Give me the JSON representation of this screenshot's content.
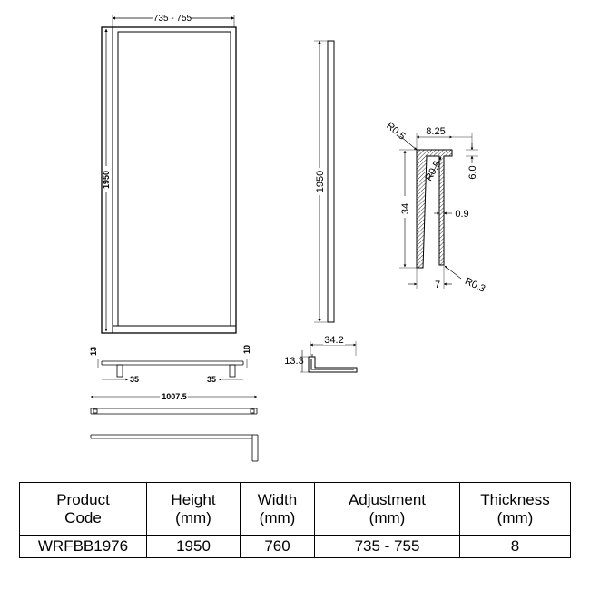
{
  "front_view": {
    "width_dim": "735 - 755",
    "height_dim": "1950",
    "dim_13": "13",
    "dim_10": "10",
    "dim_35_left": "35",
    "dim_35_right": "35",
    "dim_1007": "1007.5"
  },
  "side_view": {
    "height_dim": "1950",
    "dim_34_2": "34.2",
    "dim_13_3": "13.3"
  },
  "profile_detail": {
    "r05_top": "R0.5",
    "w_825": "8.25",
    "r05_inner": "R0.5",
    "h_60": "6.0",
    "h_34": "34",
    "t_09": "0.9",
    "w_7": "7",
    "r03": "R0.3"
  },
  "table": {
    "headers": [
      [
        "Product",
        "Code"
      ],
      [
        "Height",
        "(mm)"
      ],
      [
        "Width",
        "(mm)"
      ],
      [
        "Adjustment",
        "(mm)"
      ],
      [
        "Thickness",
        "(mm)"
      ]
    ],
    "rows": [
      [
        "WRFBB1976",
        "1950",
        "760",
        "735 - 755",
        "8"
      ]
    ]
  }
}
